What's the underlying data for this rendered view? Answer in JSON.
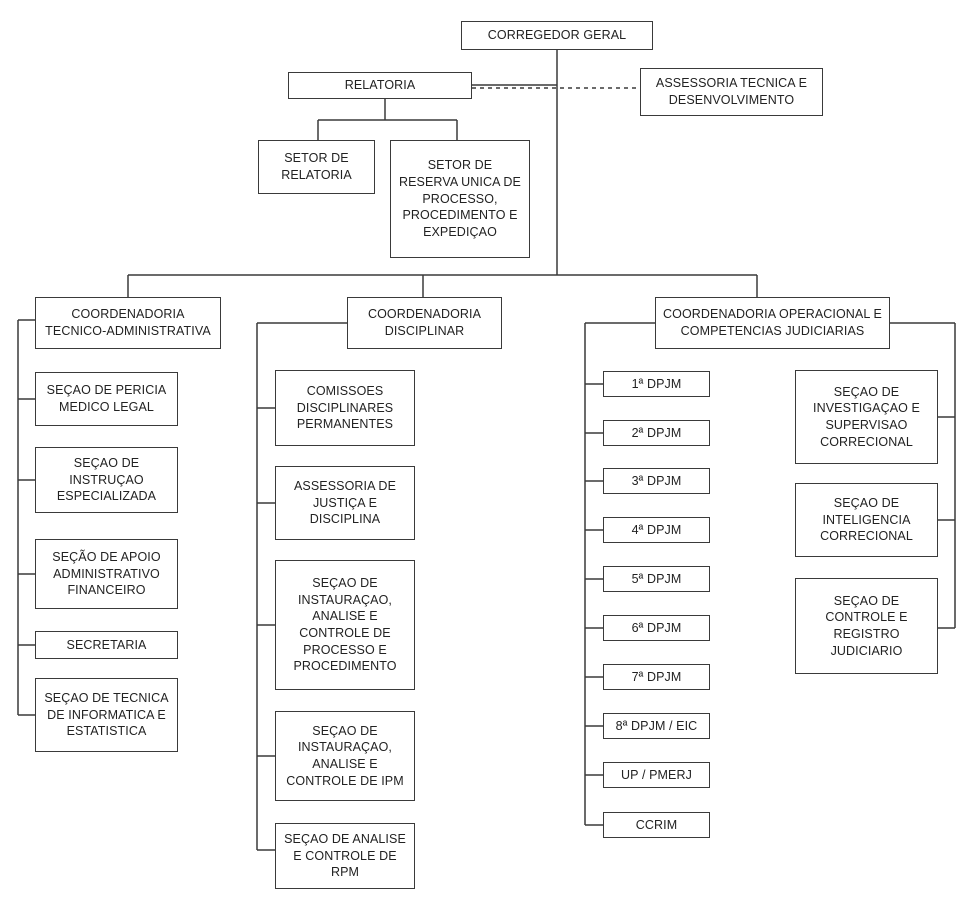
{
  "chart": {
    "corregedor": "CORREGEDOR GERAL",
    "relatoria": "RELATORIA",
    "assessoria_tecnica": "ASSESSORIA TECNICA E\nDESENVOLVIMENTO",
    "setor_relatoria": "SETOR DE\nRELATORIA",
    "setor_reserva": "SETOR DE\nRESERVA UNICA DE\nPROCESSO,\nPROCEDIMENTO E\nEXPEDIÇAO",
    "coord_tec_adm": "COORDENADORIA\nTECNICO-ADMINISTRATIVA",
    "coord_disciplinar": "COORDENADORIA\nDISCIPLINAR",
    "coord_operacional": "COORDENADORIA OPERACIONAL E\nCOMPETENCIAS JUDICIARIAS",
    "tec_adm_sections": [
      "SEÇAO DE PERICIA\nMEDICO LEGAL",
      "SEÇAO DE\nINSTRUÇAO\nESPECIALIZADA",
      "SEÇÃO DE APOIO\nADMINISTRATIVO\nFINANCEIRO",
      "SECRETARIA",
      "SEÇAO DE TECNICA\nDE INFORMATICA E\nESTATISTICA"
    ],
    "disciplinar_sections": [
      "COMISSOES\nDISCIPLINARES\nPERMANENTES",
      "ASSESSORIA DE\nJUSTIÇA E\nDISCIPLINA",
      "SEÇAO DE\nINSTAURAÇAO,\nANALISE E\nCONTROLE DE\nPROCESSO E\nPROCEDIMENTO",
      "SEÇAO DE\nINSTAURAÇAO,\nANALISE E\nCONTROLE DE IPM",
      "SEÇAO DE ANALISE\nE CONTROLE DE\nRPM"
    ],
    "dpjm_units": [
      "1ª DPJM",
      "2ª DPJM",
      "3ª DPJM",
      "4ª DPJM",
      "5ª DPJM",
      "6ª DPJM",
      "7ª DPJM",
      "8ª DPJM / EIC",
      "UP / PMERJ",
      "CCRIM"
    ],
    "operacional_sections": [
      "SEÇAO DE\nINVESTIGAÇAO E\nSUPERVISAO\nCORRECIONAL",
      "SEÇAO DE\nINTELIGENCIA\nCORRECIONAL",
      "SEÇAO DE\nCONTROLE E\nREGISTRO\nJUDICIARIO"
    ]
  },
  "colors": {
    "line": "#3a3a3a",
    "text": "#222222",
    "background": "#ffffff"
  }
}
